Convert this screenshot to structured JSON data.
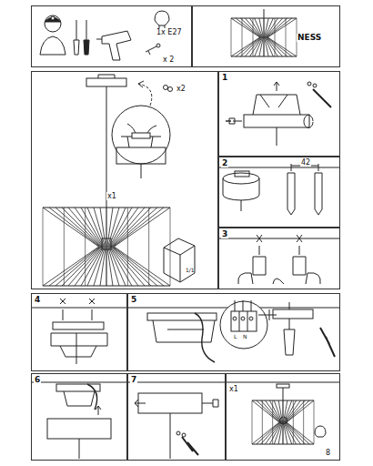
{
  "diagram": {
    "nodes": [
      {
        "text": [
          "1x E27",
          "x 2"
        ]
      },
      {
        "text": [
          "NESS"
        ]
      },
      {
        "text": [
          "x2",
          "x1",
          "1/1"
        ]
      },
      {
        "text": [
          "1"
        ]
      },
      {
        "text": [
          "2",
          "42"
        ]
      },
      {
        "text": [
          "3"
        ]
      },
      {
        "text": [
          "4"
        ]
      },
      {
        "text": [
          "5",
          "L",
          "N"
        ]
      },
      {
        "text": [
          "6"
        ]
      },
      {
        "text": [
          "7"
        ]
      },
      {
        "text": [
          "8",
          "x1"
        ]
      }
    ]
  }
}
